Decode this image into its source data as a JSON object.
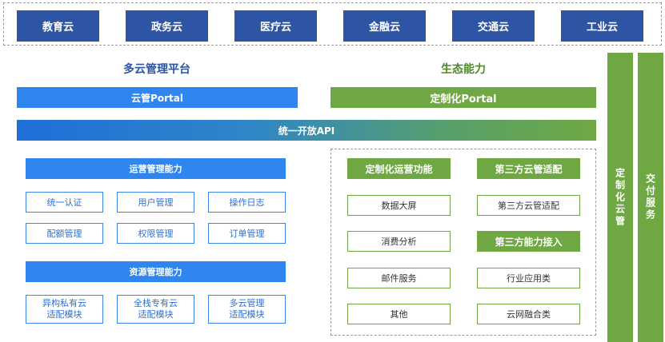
{
  "clouds": [
    "教育云",
    "政务云",
    "医疗云",
    "金融云",
    "交通云",
    "工业云"
  ],
  "left": {
    "title": "多云管理平台",
    "portal": "云管Portal",
    "operations": {
      "title": "运营管理能力",
      "items": [
        "统一认证",
        "用户管理",
        "操作日志",
        "配额管理",
        "权限管理",
        "订单管理"
      ]
    },
    "resources": {
      "title": "资源管理能力",
      "items": [
        [
          "异构私有云",
          "适配模块"
        ],
        [
          "全栈专有云",
          "适配模块"
        ],
        [
          "多云管理",
          "适配模块"
        ]
      ]
    }
  },
  "right": {
    "title": "生态能力",
    "portal": "定制化Portal",
    "custom_ops": {
      "title": "定制化运营功能",
      "items": [
        "数据大屏",
        "消费分析",
        "邮件服务",
        "其他"
      ]
    },
    "third_party_cloud": {
      "title": "第三方云管适配",
      "items": [
        "第三方云管适配"
      ]
    },
    "third_party_ability": {
      "title": "第三方能力接入",
      "items": [
        "行业应用类",
        "云网融合类"
      ]
    }
  },
  "api_bar": "统一开放API",
  "side_bars": [
    "定制化云管",
    "交付服务"
  ]
}
